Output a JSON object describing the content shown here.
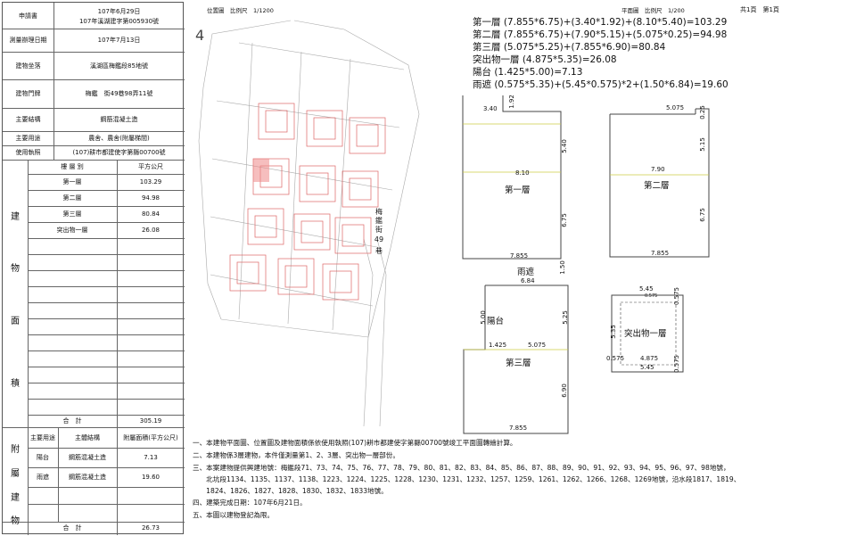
{
  "left_table": {
    "applicant_label": "申請書",
    "applicant_value": [
      "107年6月29日",
      "107年溪湖建字第005930號"
    ],
    "date_label": "測量辦理日期",
    "date_value": "107年7月13日",
    "location_label": "建物坐落",
    "location_value": "溪湖區梅鑑段85地號",
    "door_label": "建物門牌",
    "door_value": "梅鑑　街49巷98弄11號",
    "structure_label": "主要結構",
    "structure_value": "鋼筋混凝土造",
    "use_label": "主要用途",
    "use_value": "農舍、農舍(附屬梯間)",
    "license_label": "使用執照",
    "license_value": "(107)耕市都建使字第縣00700號",
    "vertical_area": [
      "建",
      "物",
      "面",
      "積"
    ],
    "vertical_annex": [
      "附",
      "屬",
      "建",
      "物"
    ],
    "floor_col": "樓 層 別",
    "area_col": "平方公尺",
    "floors": [
      {
        "name": "第一層",
        "area": "103.29"
      },
      {
        "name": "第二層",
        "area": "94.98"
      },
      {
        "name": "第三層",
        "area": "80.84"
      },
      {
        "name": "突出物一層",
        "area": "26.08"
      }
    ],
    "total_label": "合　計",
    "total_value": "305.19",
    "annex_header": [
      "主要用途",
      "主體結構",
      "附屬面積(平方公尺)"
    ],
    "annex_rows": [
      {
        "use": "陽台",
        "structure": "鋼筋混凝土造",
        "area": "7.13"
      },
      {
        "use": "雨遮",
        "structure": "鋼筋混凝土造",
        "area": "19.60"
      }
    ],
    "annex_total_label": "合　計",
    "annex_total_value": "26.73"
  },
  "site_plan": {
    "title": "位置圖　比例尺　1/1200",
    "road_label": [
      "梅",
      "鑑",
      "街",
      "49",
      "巷"
    ],
    "north": "4"
  },
  "floor_plan_header": {
    "scale": "平面圖　比例尺　1/200",
    "pages": "共1頁　第1頁"
  },
  "calculations": [
    "第一層 (7.855*6.75)+(3.40*1.92)+(8.10*5.40)=103.29",
    "第二層 (7.855*6.75)+(7.90*5.15)+(5.075*0.25)=94.98",
    "第三層 (5.075*5.25)+(7.855*6.90)=80.84",
    "突出物一層 (4.875*5.35)=26.08",
    "陽台 (1.425*5.00)=7.13",
    "雨遮 (0.575*5.35)+(5.45*0.575)*2+(1.50*6.84)=19.60"
  ],
  "plans": {
    "f1": {
      "label": "第一層",
      "d1": "3.40",
      "d2": "1.92",
      "d3": "5.40",
      "d4": "8.10",
      "d5": "6.75",
      "d6": "7.855"
    },
    "f2": {
      "label": "第二層",
      "d1": "5.075",
      "d2": "0.25",
      "d3": "5.15",
      "d4": "7.90",
      "d5": "6.75",
      "d6": "7.855"
    },
    "canopy": {
      "label": "雨遮",
      "d1": "1.50",
      "d2": "6.84"
    },
    "f3": {
      "label": "第三層",
      "balcony": "陽台",
      "d1": "5.00",
      "d2": "5.25",
      "d3": "1.425",
      "d4": "5.075",
      "d5": "6.90",
      "d6": "7.855"
    },
    "roof": {
      "label": "突出物一層",
      "d1": "5.45",
      "d2": "0.575",
      "d3": "5.35",
      "d4": "0.575",
      "d5": "4.875",
      "d6": "5.45",
      "d7": "0.575",
      "d8": "0.575"
    }
  },
  "notes": [
    "一、本建物平面圖、位置圖及建物面積係依使用執照(107)耕市都建使字第縣00700號竣工平面圖轉繪計算。",
    "二、本建物係3層建物，本件僅測量第1、2、3層、突出物一層部份。",
    "三、本案建物提供興建地號：梅鑑段71、73、74、75、76、77、78、79、80、81、82、83、84、85、86、87、88、89、90、91、92、93、94、95、96、97、98地號，",
    "　　北坑段1134、1135、1137、1138、1223、1224、1225、1228、1230、1231、1232、1257、1259、1261、1262、1266、1268、1269地號，沿水段1817、1819、",
    "　　1824、1826、1827、1828、1830、1832、1833地號。",
    "四、建築完成日期：107年6月21日。",
    "五、本圖以建物登記為限。"
  ]
}
